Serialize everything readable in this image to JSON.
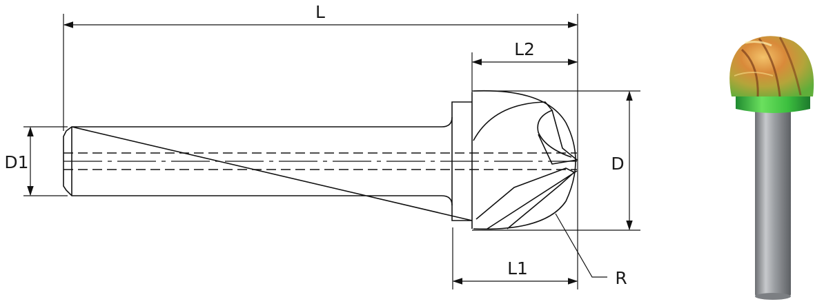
{
  "labels": {
    "L": "L",
    "L1": "L1",
    "L2": "L2",
    "D": "D",
    "D1": "D1",
    "R": "R"
  },
  "colors": {
    "line": "#111111",
    "shank": "#8a8d91",
    "coating_green": "#2fb84a",
    "coating_orange": "#d9822b",
    "coating_gold": "#c9a13b"
  }
}
